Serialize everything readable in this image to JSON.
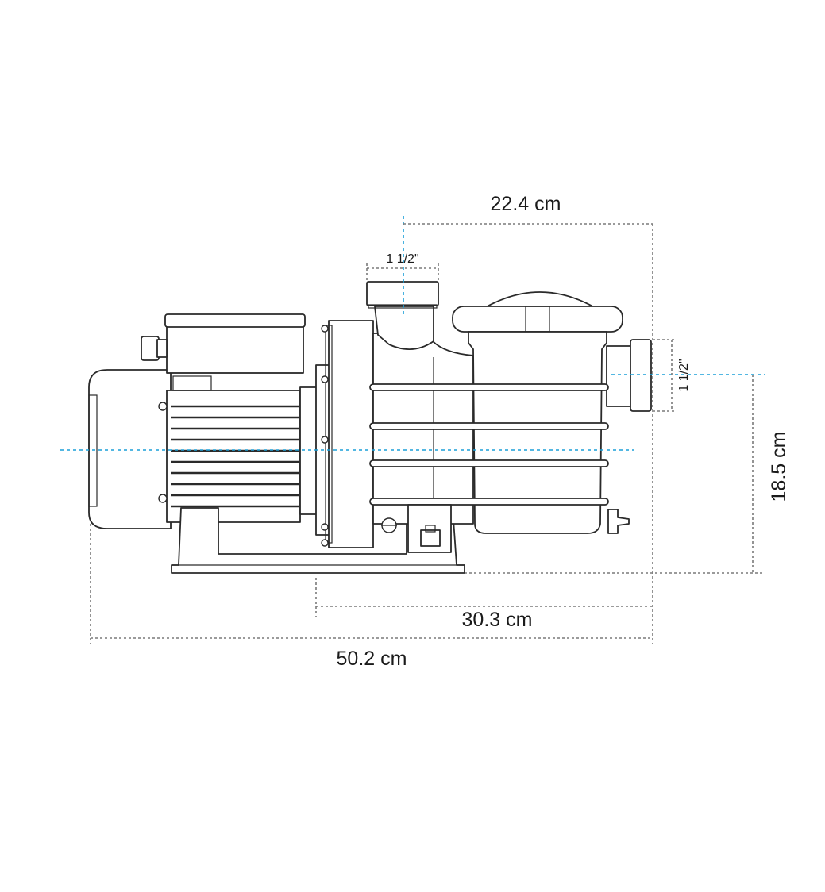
{
  "dimensions": {
    "top_width": "22.4 cm",
    "inlet_top": "1 1/2\"",
    "outlet_side": "1 1/2\"",
    "height": "18.5 cm",
    "base_to_outlet": "30.3 cm",
    "overall_length": "50.2 cm"
  },
  "colors": {
    "centerline": "#1a9fd8",
    "dimension_line": "#7a7a7a",
    "outline": "#2a2a2a"
  }
}
